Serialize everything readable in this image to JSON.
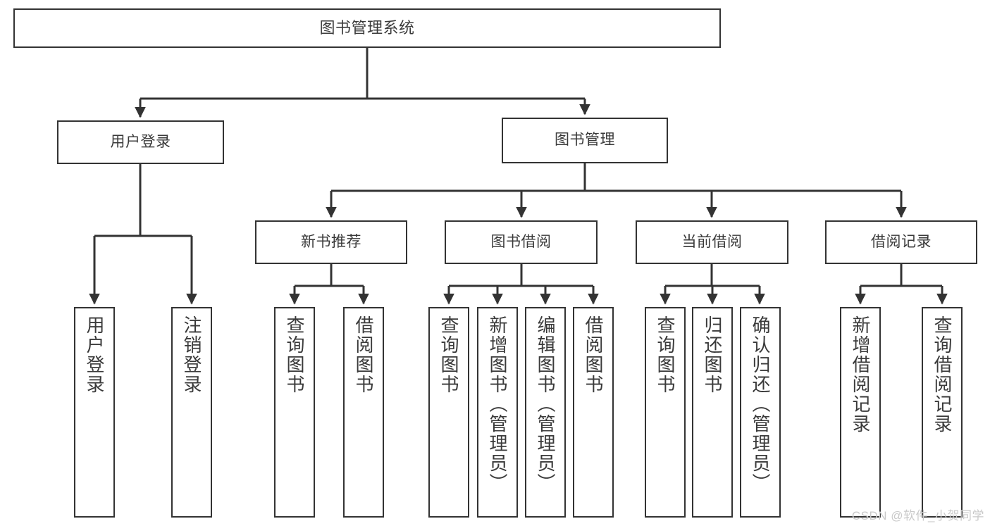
{
  "diagram": {
    "title": "图书管理系统",
    "type": "tree",
    "watermark": "CSDN @软件_小贺同学",
    "line_color": "#333333",
    "text_color": "#3a3a3a",
    "background": "#ffffff"
  },
  "nodes": {
    "root": {
      "label": "图书管理系统"
    },
    "level2": [
      {
        "id": "user-login",
        "label": "用户登录"
      },
      {
        "id": "book-manage",
        "label": "图书管理"
      }
    ],
    "level3": [
      {
        "id": "new-book-recommend",
        "label": "新书推荐"
      },
      {
        "id": "book-borrow",
        "label": "图书借阅"
      },
      {
        "id": "current-borrow",
        "label": "当前借阅"
      },
      {
        "id": "borrow-record",
        "label": "借阅记录"
      }
    ],
    "leaves": {
      "user-login": [
        {
          "id": "leaf-user-login",
          "label": "用户登录"
        },
        {
          "id": "leaf-logout-login",
          "label": "注销登录"
        }
      ],
      "new-book-recommend": [
        {
          "id": "leaf-query-book-1",
          "label": "查询图书"
        },
        {
          "id": "leaf-borrow-book-1",
          "label": "借阅图书"
        }
      ],
      "book-borrow": [
        {
          "id": "leaf-query-book-2",
          "label": "查询图书"
        },
        {
          "id": "leaf-add-book",
          "label": "新增图书（管理员）"
        },
        {
          "id": "leaf-edit-book",
          "label": "编辑图书（管理员）"
        },
        {
          "id": "leaf-borrow-book-2",
          "label": "借阅图书"
        }
      ],
      "current-borrow": [
        {
          "id": "leaf-query-book-3",
          "label": "查询图书"
        },
        {
          "id": "leaf-return-book",
          "label": "归还图书"
        },
        {
          "id": "leaf-confirm-return",
          "label": "确认归还（管理员）"
        }
      ],
      "borrow-record": [
        {
          "id": "leaf-add-record",
          "label": "新增借阅记录"
        },
        {
          "id": "leaf-query-record",
          "label": "查询借阅记录"
        }
      ]
    }
  }
}
